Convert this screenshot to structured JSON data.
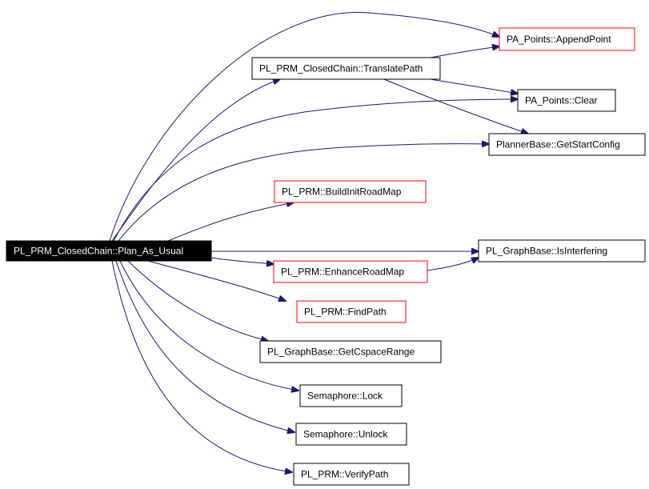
{
  "colors": {
    "edge": "#191970",
    "root_fill": "#000000",
    "root_text": "#ffffff",
    "box_border_normal": "#000000",
    "box_border_truncated": "#ff0000",
    "background": "#ffffff"
  },
  "root": {
    "label": "PL_PRM_ClosedChain::Plan_As_Usual",
    "url": ""
  },
  "nodes": [
    {
      "id": "append_point",
      "label": "PA_Points::AppendPoint",
      "border": "red"
    },
    {
      "id": "translate_path",
      "label": "PL_PRM_ClosedChain::TranslatePath",
      "border": "black"
    },
    {
      "id": "clear",
      "label": "PA_Points::Clear",
      "border": "black"
    },
    {
      "id": "get_start_config",
      "label": "PlannerBase::GetStartConfig",
      "border": "black"
    },
    {
      "id": "build_init_roadmap",
      "label": "PL_PRM::BuildInitRoadMap",
      "border": "red"
    },
    {
      "id": "is_interfering",
      "label": "PL_GraphBase::IsInterfering",
      "border": "black"
    },
    {
      "id": "enhance_roadmap",
      "label": "PL_PRM::EnhanceRoadMap",
      "border": "red"
    },
    {
      "id": "find_path",
      "label": "PL_PRM::FindPath",
      "border": "red"
    },
    {
      "id": "get_cspace_range",
      "label": "PL_GraphBase::GetCspaceRange",
      "border": "black"
    },
    {
      "id": "lock",
      "label": "Semaphore::Lock",
      "border": "black"
    },
    {
      "id": "unlock",
      "label": "Semaphore::Unlock",
      "border": "black"
    },
    {
      "id": "verify_path",
      "label": "PL_PRM::VerifyPath",
      "border": "black"
    }
  ],
  "edges": [
    {
      "from": "root",
      "to": "append_point"
    },
    {
      "from": "root",
      "to": "translate_path"
    },
    {
      "from": "root",
      "to": "clear"
    },
    {
      "from": "root",
      "to": "get_start_config"
    },
    {
      "from": "root",
      "to": "build_init_roadmap"
    },
    {
      "from": "root",
      "to": "is_interfering"
    },
    {
      "from": "root",
      "to": "enhance_roadmap"
    },
    {
      "from": "root",
      "to": "find_path"
    },
    {
      "from": "root",
      "to": "get_cspace_range"
    },
    {
      "from": "root",
      "to": "lock"
    },
    {
      "from": "root",
      "to": "unlock"
    },
    {
      "from": "root",
      "to": "verify_path"
    },
    {
      "from": "translate_path",
      "to": "append_point"
    },
    {
      "from": "translate_path",
      "to": "clear"
    },
    {
      "from": "translate_path",
      "to": "get_start_config"
    },
    {
      "from": "enhance_roadmap",
      "to": "is_interfering"
    }
  ]
}
